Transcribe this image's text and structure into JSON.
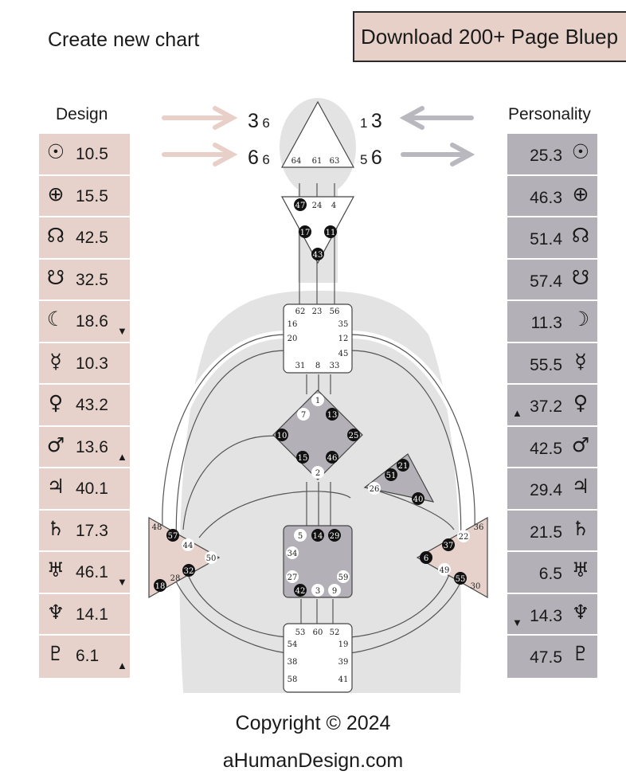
{
  "header": {
    "create_label": "Create new chart",
    "download_label": "Download 200+ Page Bluep"
  },
  "columns": {
    "design_title": "Design",
    "personality_title": "Personality"
  },
  "top_gates": {
    "design_row1_big": "3",
    "design_row1_small": "6",
    "design_row2_big": "6",
    "design_row2_small": "6",
    "pers_row1_small": "1",
    "pers_row1_big": "3",
    "pers_row2_small": "5",
    "pers_row2_big": "6"
  },
  "design": [
    {
      "planet": "sun",
      "symbol": "☉",
      "value": "10.5",
      "arrow": ""
    },
    {
      "planet": "earth",
      "symbol": "⊕",
      "value": "15.5",
      "arrow": ""
    },
    {
      "planet": "north-node",
      "symbol": "☊",
      "value": "42.5",
      "arrow": ""
    },
    {
      "planet": "south-node",
      "symbol": "☋",
      "value": "32.5",
      "arrow": ""
    },
    {
      "planet": "moon",
      "symbol": "☾",
      "value": "18.6",
      "arrow": "▼"
    },
    {
      "planet": "mercury",
      "symbol": "☿",
      "value": "10.3",
      "arrow": ""
    },
    {
      "planet": "venus",
      "symbol": "♀",
      "value": "43.2",
      "arrow": ""
    },
    {
      "planet": "mars",
      "symbol": "♂",
      "value": "13.6",
      "arrow": "▲"
    },
    {
      "planet": "jupiter",
      "symbol": "♃",
      "value": "40.1",
      "arrow": ""
    },
    {
      "planet": "saturn",
      "symbol": "♄",
      "value": "17.3",
      "arrow": ""
    },
    {
      "planet": "uranus",
      "symbol": "♅",
      "value": "46.1",
      "arrow": "▼"
    },
    {
      "planet": "neptune",
      "symbol": "♆",
      "value": "14.1",
      "arrow": ""
    },
    {
      "planet": "pluto",
      "symbol": "♇",
      "value": "6.1",
      "arrow": "▲"
    }
  ],
  "personality": [
    {
      "planet": "sun",
      "symbol": "☉",
      "value": "25.3",
      "arrow": ""
    },
    {
      "planet": "earth",
      "symbol": "⊕",
      "value": "46.3",
      "arrow": ""
    },
    {
      "planet": "north-node",
      "symbol": "☊",
      "value": "51.4",
      "arrow": ""
    },
    {
      "planet": "south-node",
      "symbol": "☋",
      "value": "57.4",
      "arrow": ""
    },
    {
      "planet": "moon",
      "symbol": "☽",
      "value": "11.3",
      "arrow": ""
    },
    {
      "planet": "mercury",
      "symbol": "☿",
      "value": "55.5",
      "arrow": ""
    },
    {
      "planet": "venus",
      "symbol": "♀",
      "value": "37.2",
      "arrow": "▲"
    },
    {
      "planet": "mars",
      "symbol": "♂",
      "value": "42.5",
      "arrow": ""
    },
    {
      "planet": "jupiter",
      "symbol": "♃",
      "value": "29.4",
      "arrow": ""
    },
    {
      "planet": "saturn",
      "symbol": "♄",
      "value": "21.5",
      "arrow": ""
    },
    {
      "planet": "uranus",
      "symbol": "♅",
      "value": "6.5",
      "arrow": ""
    },
    {
      "planet": "neptune",
      "symbol": "♆",
      "value": "14.3",
      "arrow": "▼"
    },
    {
      "planet": "pluto",
      "symbol": "♇",
      "value": "47.5",
      "arrow": ""
    }
  ],
  "centers": {
    "head": [
      "64",
      "61",
      "63"
    ],
    "ajna": [
      "47",
      "24",
      "4",
      "17",
      "11",
      "43"
    ],
    "throat": [
      "62",
      "23",
      "56",
      "16",
      "35",
      "20",
      "12",
      "45",
      "31",
      "8",
      "33"
    ],
    "g": [
      "1",
      "7",
      "13",
      "10",
      "25",
      "15",
      "46",
      "2"
    ],
    "ego": [
      "21",
      "51",
      "26",
      "40"
    ],
    "spleen": [
      "48",
      "57",
      "44",
      "50",
      "32",
      "28",
      "18"
    ],
    "sacral": [
      "5",
      "14",
      "29",
      "34",
      "27",
      "59",
      "42",
      "3",
      "9"
    ],
    "solar_plexus": [
      "36",
      "22",
      "37",
      "6",
      "49",
      "55",
      "30"
    ],
    "root": [
      "53",
      "60",
      "52",
      "54",
      "19",
      "38",
      "39",
      "58",
      "41"
    ]
  },
  "colors": {
    "design": "#e6d2cb",
    "personality": "#b3b1b7",
    "download_bg": "#e6d0c8",
    "arrow_design": "#e8cfc8",
    "arrow_personality": "#b9b8be"
  },
  "footer": {
    "copyright": "Copyright © 2024",
    "site": "aHumanDesign.com"
  }
}
